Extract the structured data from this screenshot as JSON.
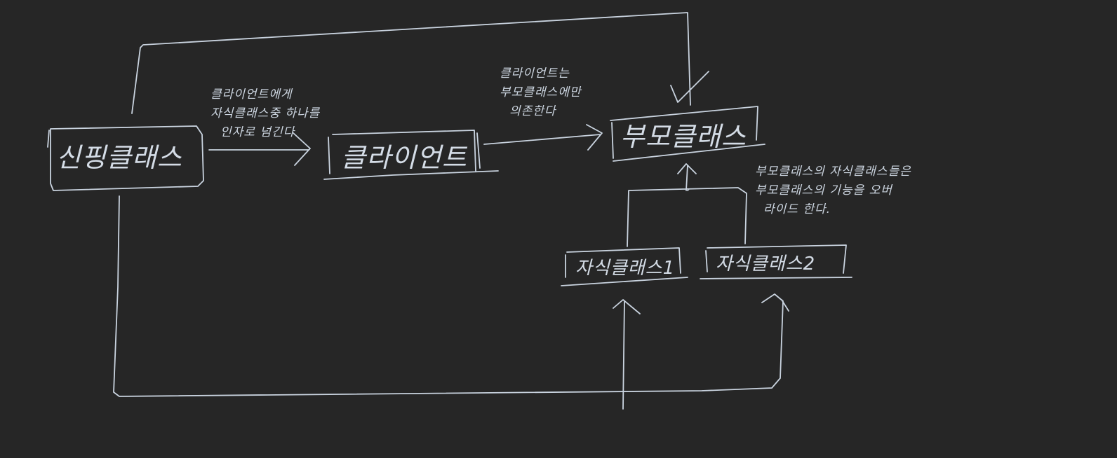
{
  "nodes": {
    "creator": "신핑클래스",
    "client": "클라이언트",
    "parent": "부모클래스",
    "child1": "자식클래스1",
    "child2": "자식클래스2"
  },
  "notes": {
    "creator_to_client": [
      "클라이언트에게",
      "자식클래스중 하나를",
      "인자로 넘긴다"
    ],
    "client_to_parent": [
      "클라이언트는",
      "부모클래스에만",
      "의존한다"
    ],
    "inheritance": [
      "부모클래스의 자식클래스들은",
      "부모클래스의 기능을 오버",
      "라이드 한다."
    ]
  },
  "colors": {
    "background": "#262626",
    "ink": "#c9d3df"
  }
}
